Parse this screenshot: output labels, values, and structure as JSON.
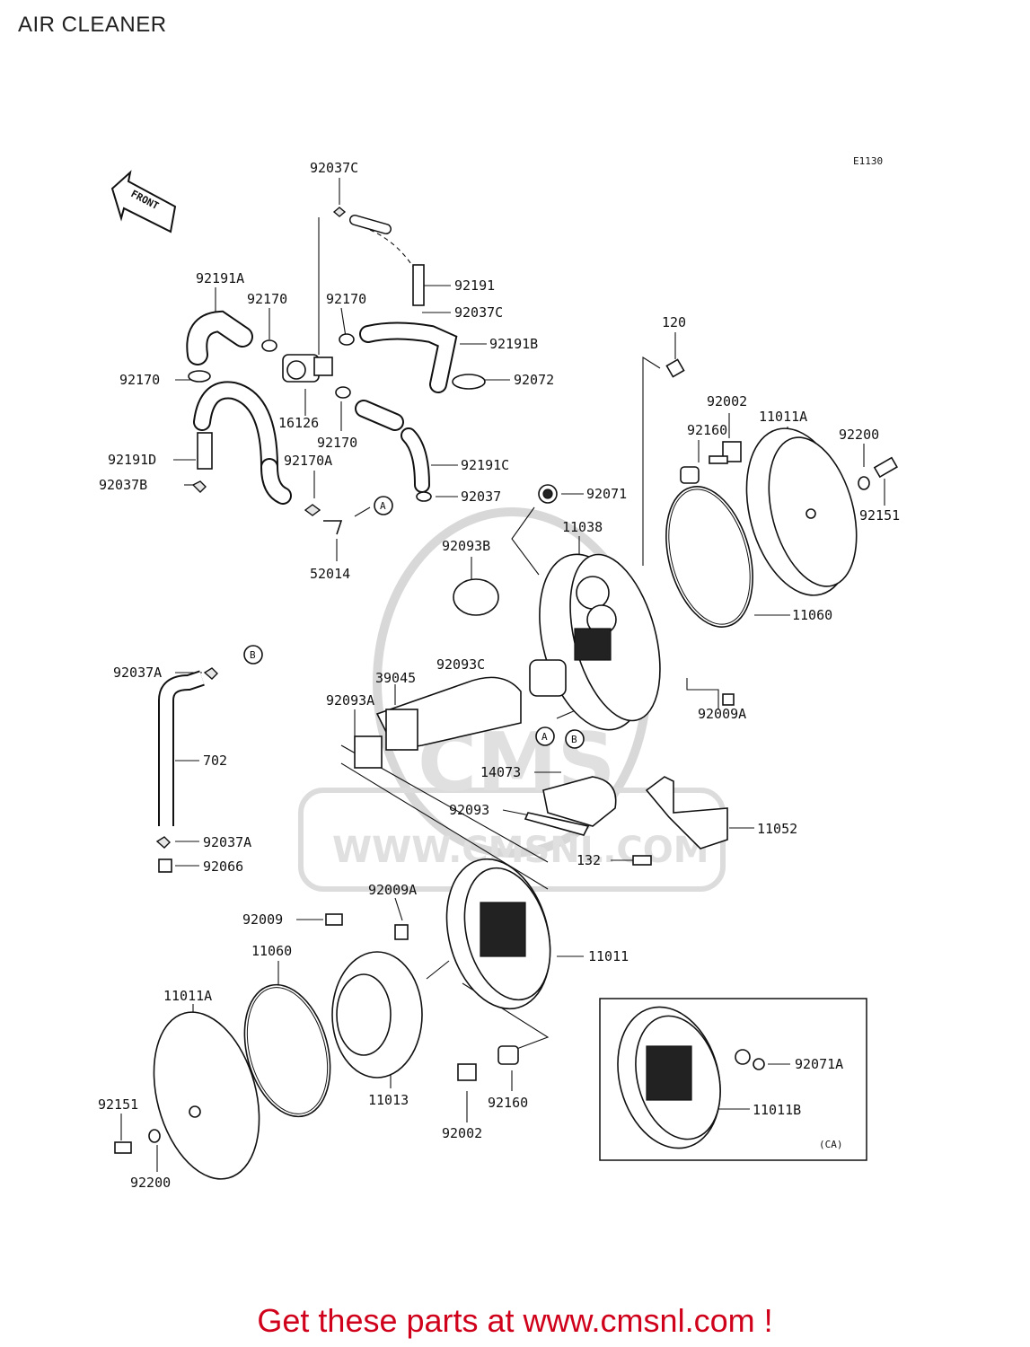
{
  "header": {
    "title": "AIR CLEANER"
  },
  "diagram_code": "E1130",
  "front_label": "FRONT",
  "ref_markers": {
    "a": "A",
    "b": "B"
  },
  "ca_label": "(CA)",
  "watermark": {
    "brand": "CMS",
    "url": "WWW.CMSNL.COM"
  },
  "parts": {
    "p92037C_top": "92037C",
    "p92191A": "92191A",
    "p92170_a": "92170",
    "p92170_b": "92170",
    "p92191": "92191",
    "p92037C_mid": "92037C",
    "p92191B": "92191B",
    "p92072": "92072",
    "p92170_c": "92170",
    "p16126": "16126",
    "p92170_d": "92170",
    "p92191D": "92191D",
    "p92170A": "92170A",
    "p92191C": "92191C",
    "p92037B": "92037B",
    "p92037": "92037",
    "p52014": "52014",
    "p120": "120",
    "p92002_top": "92002",
    "p11011A_top": "11011A",
    "p92200_top": "92200",
    "p92160_top": "92160",
    "p92151_top": "92151",
    "p92071": "92071",
    "p11038": "11038",
    "p92093B": "92093B",
    "p11060_top": "11060",
    "p92093C": "92093C",
    "p39045": "39045",
    "p92037A_top": "92037A",
    "p92093A": "92093A",
    "p92009A_right": "92009A",
    "p702": "702",
    "p14073": "14073",
    "p92093": "92093",
    "p11052": "11052",
    "p92037A_bot": "92037A",
    "p92066": "92066",
    "p132": "132",
    "p92009A_bot": "92009A",
    "p92009": "92009",
    "p11060_bot": "11060",
    "p11011": "11011",
    "p11011A_bot": "11011A",
    "p92071A": "92071A",
    "p11013": "11013",
    "p92151_bot": "92151",
    "p92160_bot": "92160",
    "p11011B": "11011B",
    "p92002_bot": "92002",
    "p92200_bot": "92200"
  },
  "footer": {
    "cta": "Get these parts at www.cmsnl.com !"
  }
}
